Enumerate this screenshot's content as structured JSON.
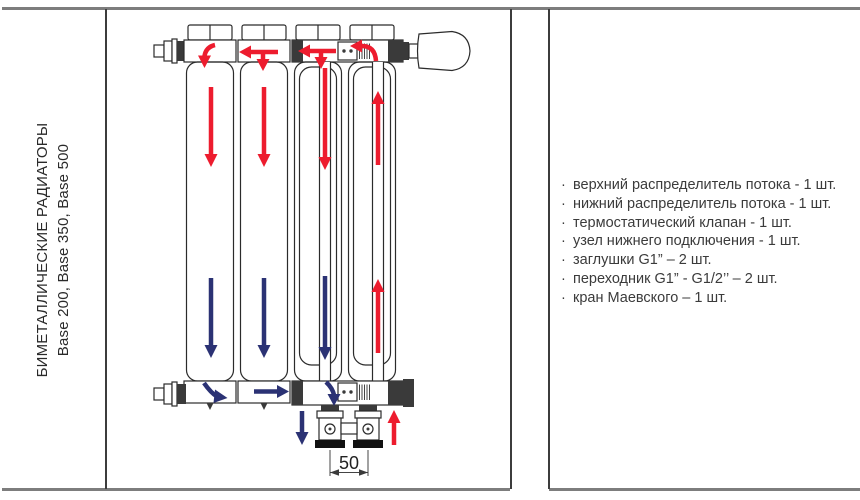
{
  "sidebar": {
    "title": "БИМЕТАЛЛИЧЕСКИЕ РАДИАТОРЫ",
    "subtitle": "Base 200, Base 350, Base 500"
  },
  "parts_list": {
    "bullet": "·",
    "items": [
      "верхний распределитель потока - 1 шт.",
      "нижний распределитель потока - 1 шт.",
      "термостатический клапан - 1 шт.",
      "узел нижнего подключения - 1 шт.",
      "заглушки G1” – 2 шт.",
      "переходник G1” - G1/2’’ – 2 шт.",
      "кран Маевского – 1 шт."
    ]
  },
  "diagram": {
    "dimension_label": "50",
    "supply_color": "#ed1c2e",
    "return_color": "#2b3274"
  }
}
